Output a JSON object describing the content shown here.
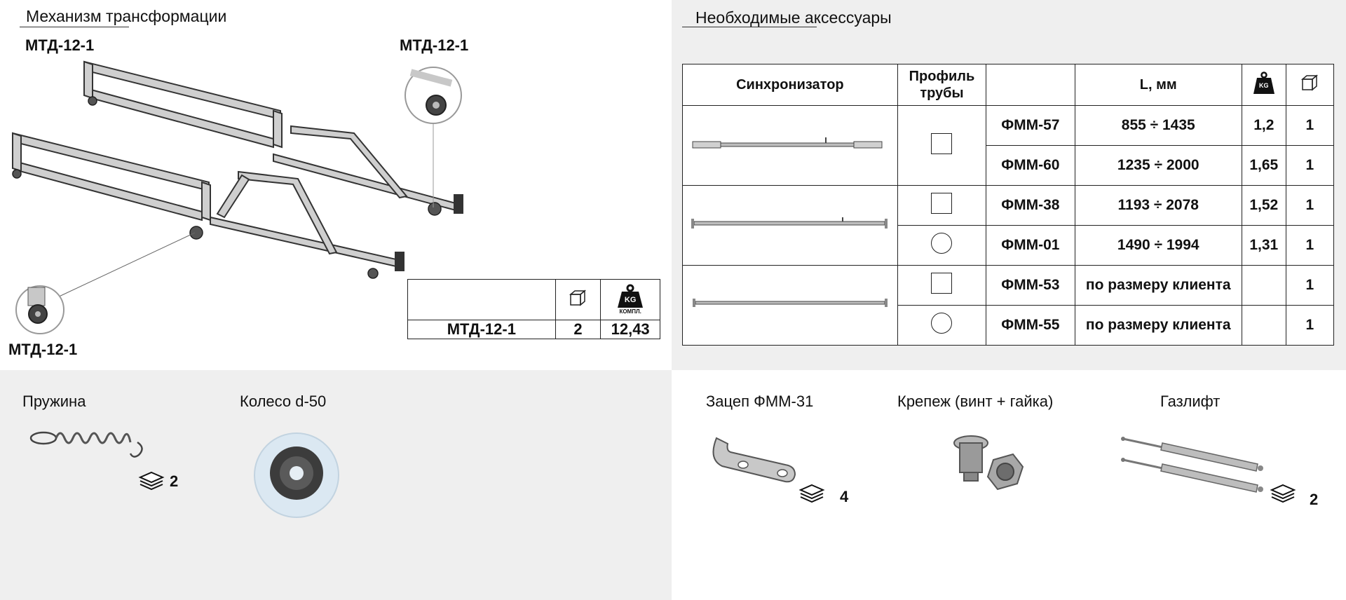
{
  "mechanism": {
    "title": "Механизм трансформации",
    "labels": [
      "МТД-12-1",
      "МТД-12-1",
      "МТД-12-1"
    ],
    "table": {
      "header_icons": [
        "box-icon",
        "weight-kg-icon"
      ],
      "weight_icon_text": "KG",
      "weight_icon_sub": "КОМПЛ.",
      "row": {
        "name": "МТД-12-1",
        "qty": "2",
        "weight": "12,43"
      }
    }
  },
  "accessories": {
    "title": "Необходимые аксессуары",
    "headers": {
      "sync": "Синхронизатор",
      "profile": "Профиль трубы",
      "length": "L, мм",
      "weight_icon_text": "KG"
    },
    "rows": [
      {
        "code": "ФММ-57",
        "length": "855 ÷ 1435",
        "weight": "1,2",
        "qty": "1",
        "profile": "square"
      },
      {
        "code": "ФММ-60",
        "length": "1235 ÷ 2000",
        "weight": "1,65",
        "qty": "1",
        "profile": ""
      },
      {
        "code": "ФММ-38",
        "length": "1193 ÷ 2078",
        "weight": "1,52",
        "qty": "1",
        "profile": "square"
      },
      {
        "code": "ФММ-01",
        "length": "1490  ÷ 1994",
        "weight": "1,31",
        "qty": "1",
        "profile": "circle"
      },
      {
        "code": "ФММ-53",
        "length": "по размеру клиента",
        "weight": "",
        "qty": "1",
        "profile": "square"
      },
      {
        "code": "ФММ-55",
        "length": "по размеру клиента",
        "weight": "",
        "qty": "1",
        "profile": "circle"
      }
    ]
  },
  "items": {
    "spring": {
      "title": "Пружина",
      "qty": "2"
    },
    "wheel": {
      "title": "Колесо d-50"
    },
    "hook": {
      "title": "Зацеп ФММ-31",
      "qty": "4"
    },
    "fastener": {
      "title": "Крепеж (винт + гайка)"
    },
    "gaslift": {
      "title": "Газлифт",
      "qty": "2"
    }
  },
  "colors": {
    "panel_gray": "#efefef",
    "line": "#222222",
    "metal": "#b5b5b5",
    "wheel_rim": "#d6e6f2",
    "wheel_hub": "#4a4a4a"
  }
}
